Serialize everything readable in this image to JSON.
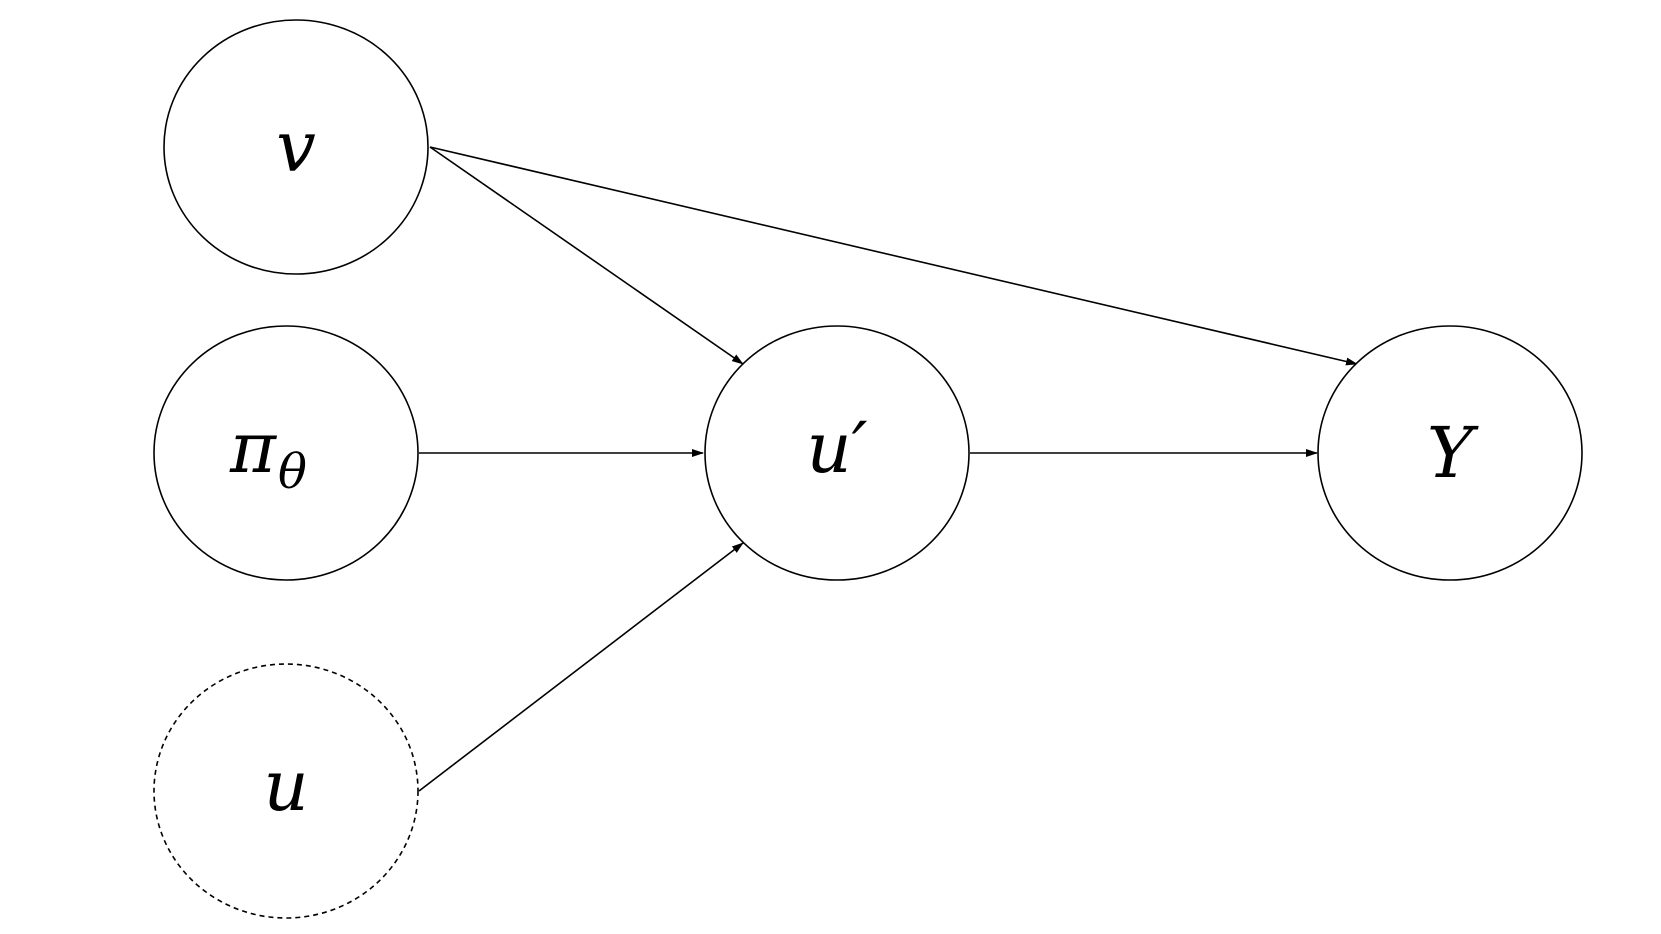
{
  "nodes": [
    {
      "id": "v",
      "label": "v",
      "subscript": "",
      "style": "solid"
    },
    {
      "id": "pi_theta",
      "label": "π",
      "subscript": "θ",
      "style": "solid"
    },
    {
      "id": "u",
      "label": "u",
      "subscript": "",
      "style": "dashed"
    },
    {
      "id": "u_prime",
      "label": "u′",
      "subscript": "",
      "style": "solid"
    },
    {
      "id": "Y",
      "label": "Y",
      "subscript": "",
      "style": "solid"
    }
  ],
  "edges": [
    {
      "from": "v",
      "to": "u_prime"
    },
    {
      "from": "v",
      "to": "Y"
    },
    {
      "from": "pi_theta",
      "to": "u_prime"
    },
    {
      "from": "u",
      "to": "u_prime"
    },
    {
      "from": "u_prime",
      "to": "Y"
    }
  ]
}
